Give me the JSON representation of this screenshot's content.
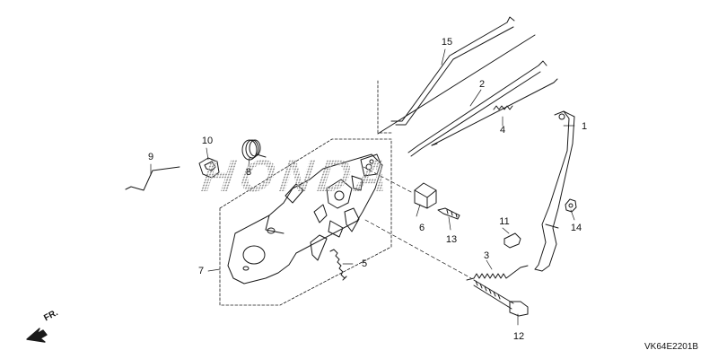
{
  "diagram": {
    "watermark": "HONDA",
    "code": "VK64E2201B",
    "front_label": "FR.",
    "callouts": [
      {
        "id": "1",
        "text": "1"
      },
      {
        "id": "2",
        "text": "2"
      },
      {
        "id": "3",
        "text": "3"
      },
      {
        "id": "4",
        "text": "4"
      },
      {
        "id": "5",
        "text": "5"
      },
      {
        "id": "6",
        "text": "6"
      },
      {
        "id": "7",
        "text": "7"
      },
      {
        "id": "8",
        "text": "8"
      },
      {
        "id": "9",
        "text": "9"
      },
      {
        "id": "10",
        "text": "10"
      },
      {
        "id": "11",
        "text": "11"
      },
      {
        "id": "12",
        "text": "12"
      },
      {
        "id": "13",
        "text": "13"
      },
      {
        "id": "14",
        "text": "14"
      },
      {
        "id": "15",
        "text": "15"
      }
    ],
    "colors": {
      "line": "#1a1a1a",
      "watermark": "#9a9a9a"
    }
  }
}
